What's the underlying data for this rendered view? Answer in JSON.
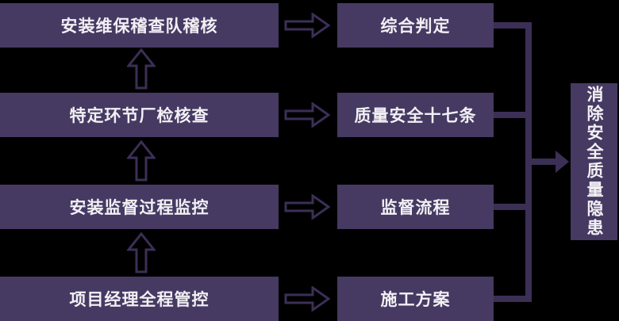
{
  "diagram": {
    "title_hint": "quality-safety supervision flow",
    "left_column": {
      "items": [
        {
          "label": "安装维保稽查队稽核"
        },
        {
          "label": "特定环节厂检核查"
        },
        {
          "label": "安装监督过程监控"
        },
        {
          "label": "项目经理全程管控"
        }
      ]
    },
    "right_column": {
      "items": [
        {
          "label": "综合判定"
        },
        {
          "label": "质量安全十七条"
        },
        {
          "label": "监督流程"
        },
        {
          "label": "施工方案"
        }
      ]
    },
    "result_box": {
      "label": "消除安全质量隐患"
    },
    "icons": {
      "up_arrow": "hollow-up-arrow",
      "right_arrow": "hollow-right-arrow",
      "merge_arrow": "solid-right-arrow"
    },
    "colors": {
      "background": "#000000",
      "box_fill": "#463a63",
      "line": "#3b2f56",
      "text": "#f2f0f4"
    }
  }
}
